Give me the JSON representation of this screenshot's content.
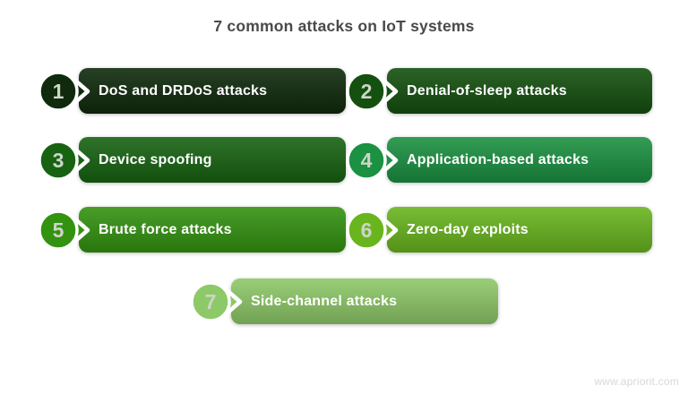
{
  "title": "7 common attacks on IoT systems",
  "watermark": "www.apriorit.com",
  "colors": {
    "number_text": "#cdd6c8",
    "label_text": "#ffffff",
    "badge_outline": "#ffffff"
  },
  "items": [
    {
      "number": "1",
      "label": "DoS and DRDoS attacks",
      "color": "#0f2a0c"
    },
    {
      "number": "2",
      "label": "Denial-of-sleep attacks",
      "color": "#14500f"
    },
    {
      "number": "3",
      "label": "Device spoofing",
      "color": "#176312"
    },
    {
      "number": "4",
      "label": "Application-based attacks",
      "color": "#1b9141"
    },
    {
      "number": "5",
      "label": "Brute force attacks",
      "color": "#339310"
    },
    {
      "number": "6",
      "label": "Zero-day exploits",
      "color": "#69b51e"
    },
    {
      "number": "7",
      "label": "Side-channel attacks",
      "color": "#8ec968"
    }
  ]
}
